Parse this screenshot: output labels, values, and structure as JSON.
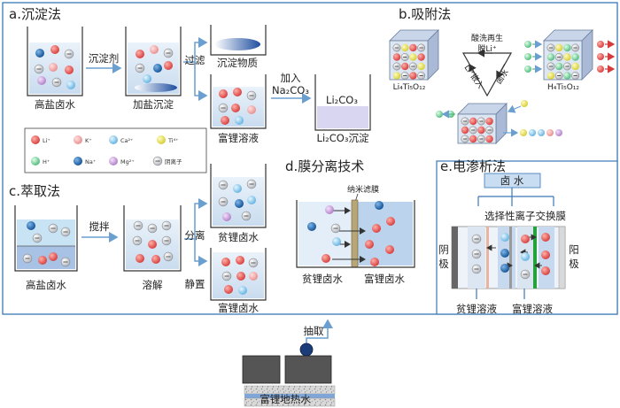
{
  "sections": {
    "a": {
      "title": "a.沉淀法",
      "beaker1": "高盐卤水",
      "arrow1": "沉淀剂",
      "beaker2": "加盐沉淀",
      "arrow2": "过滤",
      "beaker3": "沉淀物质",
      "beaker4": "富锂溶液",
      "arrow3_line1": "加入",
      "arrow3_line2": "Na₂CO₃",
      "beaker5_inner": "Li₂CO₃",
      "beaker5": "Li₂CO₃沉淀"
    },
    "b": {
      "title": "b.吸附法",
      "cube1": "Li₄Ti₅O₁₂",
      "cube2": "H₄Ti₅O₁₂",
      "cycle_top1": "酸洗再生",
      "cycle_top2": "脱Li⁺",
      "cycle_left": "Li⁺嵌入",
      "cycle_right": "卤水"
    },
    "c": {
      "title": "c.萃取法",
      "beaker1": "高盐卤水",
      "arrow1": "搅拌",
      "beaker2": "溶解",
      "arrow_up": "分离",
      "arrow_down": "静置",
      "beaker3": "贫锂卤水",
      "beaker4": "富锂卤水"
    },
    "d": {
      "title": "d.膜分离技术",
      "membrane": "纳米滤膜",
      "left": "贫锂卤水",
      "right": "富锂卤水"
    },
    "e": {
      "title": "e.电渗析法",
      "brine": "卤 水",
      "membrane": "选择性离子交换膜",
      "cathode": "阴\n极",
      "anode": "阳\n极",
      "bottom_left": "贫锂溶液",
      "bottom_right": "富锂溶液"
    },
    "bottom": {
      "pump": "抽取",
      "source": "富锂地热水"
    }
  },
  "legend": [
    {
      "label": "Li⁺",
      "color": "#e04a4a"
    },
    {
      "label": "K⁺",
      "color": "#f0a0a0"
    },
    {
      "label": "Ca²⁺",
      "color": "#7fc4ea"
    },
    {
      "label": "Ti⁴⁺",
      "color": "#e6e04a"
    },
    {
      "label": "H⁺",
      "color": "#6fcf9a"
    },
    {
      "label": "Na⁺",
      "color": "#1a6fb5"
    },
    {
      "label": "Mg²⁺",
      "color": "#c79ad6"
    },
    {
      "label": "阴离子",
      "color": "#c9c9c9"
    }
  ],
  "colors": {
    "border": "#3a78b8",
    "water_light": "#d8e8f5",
    "water_mid": "#bdd5ec",
    "arrow": "#6a9fd0"
  }
}
